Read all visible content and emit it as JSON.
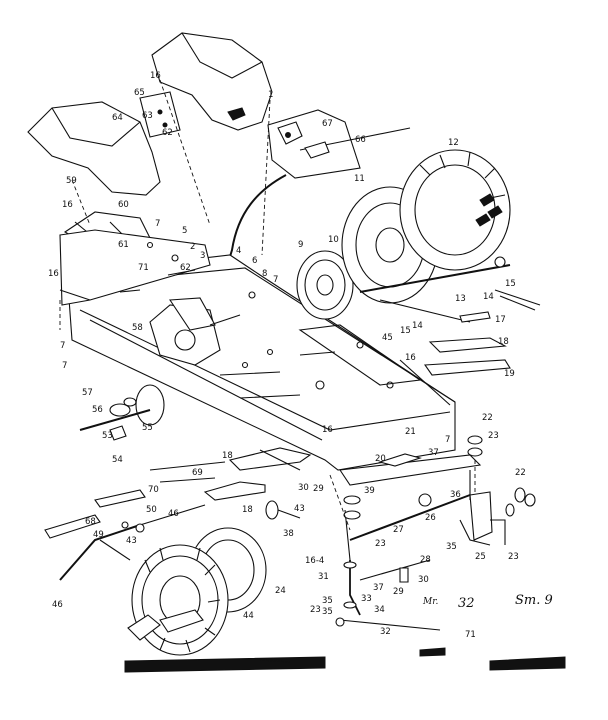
{
  "callouts": [
    {
      "id": "c1",
      "text": "1"
    },
    {
      "id": "c16a",
      "text": "16"
    },
    {
      "id": "c65",
      "text": "65"
    },
    {
      "id": "c64",
      "text": "64"
    },
    {
      "id": "c63",
      "text": "63"
    },
    {
      "id": "c62a",
      "text": "62"
    },
    {
      "id": "c67",
      "text": "67"
    },
    {
      "id": "c66",
      "text": "66"
    },
    {
      "id": "c11",
      "text": "11"
    },
    {
      "id": "c12",
      "text": "12"
    },
    {
      "id": "c59",
      "text": "59"
    },
    {
      "id": "c16b",
      "text": "16"
    },
    {
      "id": "c60",
      "text": "60"
    },
    {
      "id": "c61",
      "text": "61"
    },
    {
      "id": "c16c",
      "text": "16"
    },
    {
      "id": "c5",
      "text": "5"
    },
    {
      "id": "c7a",
      "text": "7"
    },
    {
      "id": "c2",
      "text": "2"
    },
    {
      "id": "c3",
      "text": "3"
    },
    {
      "id": "c71a",
      "text": "71"
    },
    {
      "id": "c62b",
      "text": "62"
    },
    {
      "id": "c4",
      "text": "4"
    },
    {
      "id": "c6",
      "text": "6"
    },
    {
      "id": "c8",
      "text": "8"
    },
    {
      "id": "c7b",
      "text": "7"
    },
    {
      "id": "c9",
      "text": "9"
    },
    {
      "id": "c10",
      "text": "10"
    },
    {
      "id": "c15a",
      "text": "15"
    },
    {
      "id": "c13",
      "text": "13"
    },
    {
      "id": "c14a",
      "text": "14"
    },
    {
      "id": "c14b",
      "text": "14"
    },
    {
      "id": "c15b",
      "text": "15"
    },
    {
      "id": "c45",
      "text": "45"
    },
    {
      "id": "c17",
      "text": "17"
    },
    {
      "id": "c18a",
      "text": "18"
    },
    {
      "id": "c16d",
      "text": "16"
    },
    {
      "id": "c19",
      "text": "19"
    },
    {
      "id": "c7c",
      "text": "7"
    },
    {
      "id": "c58",
      "text": "58"
    },
    {
      "id": "c7d",
      "text": "7"
    },
    {
      "id": "c57",
      "text": "57"
    },
    {
      "id": "c56",
      "text": "56"
    },
    {
      "id": "c55",
      "text": "55"
    },
    {
      "id": "c53",
      "text": "53"
    },
    {
      "id": "c54",
      "text": "54"
    },
    {
      "id": "c16e",
      "text": "16"
    },
    {
      "id": "c21",
      "text": "21"
    },
    {
      "id": "c7e",
      "text": "7"
    },
    {
      "id": "c22a",
      "text": "22"
    },
    {
      "id": "c23a",
      "text": "23"
    },
    {
      "id": "c20",
      "text": "20"
    },
    {
      "id": "c37a",
      "text": "37"
    },
    {
      "id": "c18b",
      "text": "18"
    },
    {
      "id": "c69",
      "text": "69"
    },
    {
      "id": "c70",
      "text": "70"
    },
    {
      "id": "c30a",
      "text": "30"
    },
    {
      "id": "c29a",
      "text": "29"
    },
    {
      "id": "c39",
      "text": "39"
    },
    {
      "id": "c36",
      "text": "36"
    },
    {
      "id": "c22b",
      "text": "22"
    },
    {
      "id": "c18c",
      "text": "18"
    },
    {
      "id": "c43",
      "text": "43"
    },
    {
      "id": "c27",
      "text": "27"
    },
    {
      "id": "c26",
      "text": "26"
    },
    {
      "id": "c35a",
      "text": "35"
    },
    {
      "id": "c25",
      "text": "25"
    },
    {
      "id": "c23b",
      "text": "23"
    },
    {
      "id": "c68",
      "text": "68"
    },
    {
      "id": "c50",
      "text": "50"
    },
    {
      "id": "c46a",
      "text": "46"
    },
    {
      "id": "c38",
      "text": "38"
    },
    {
      "id": "c49",
      "text": "49"
    },
    {
      "id": "c43b",
      "text": "43"
    },
    {
      "id": "c16f",
      "text": "16-4"
    },
    {
      "id": "c23c",
      "text": "23"
    },
    {
      "id": "c28",
      "text": "28"
    },
    {
      "id": "c31",
      "text": "31"
    },
    {
      "id": "c37b",
      "text": "37"
    },
    {
      "id": "c30b",
      "text": "30"
    },
    {
      "id": "c29b",
      "text": "29"
    },
    {
      "id": "c33",
      "text": "33"
    },
    {
      "id": "c35b",
      "text": "35"
    },
    {
      "id": "c34",
      "text": "34"
    },
    {
      "id": "c24",
      "text": "24"
    },
    {
      "id": "c44",
      "text": "44"
    },
    {
      "id": "c46b",
      "text": "46"
    },
    {
      "id": "c23d",
      "text": "23"
    },
    {
      "id": "c35c",
      "text": "35"
    },
    {
      "id": "c32",
      "text": "32"
    },
    {
      "id": "c71b",
      "text": "71"
    }
  ],
  "handwriting": {
    "h32": "32",
    "hsm": "Sm. 9",
    "hmr": "Mr."
  }
}
